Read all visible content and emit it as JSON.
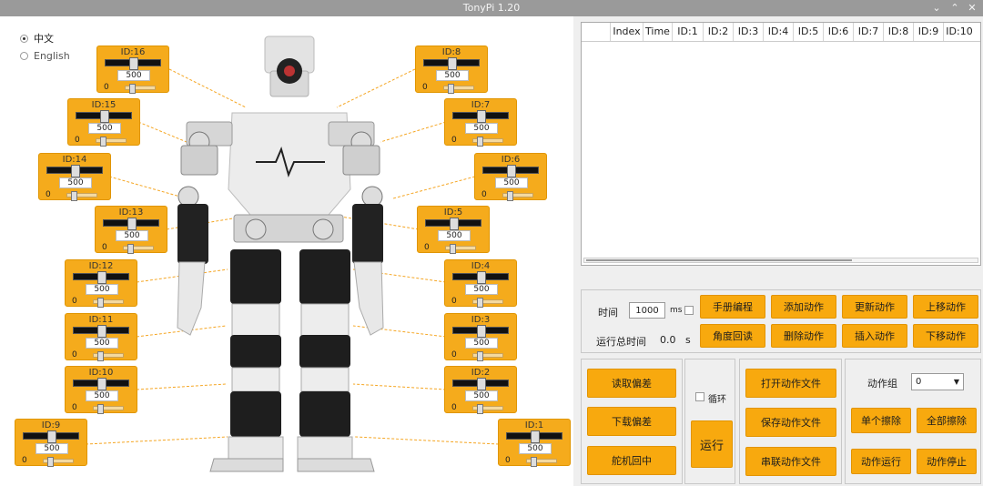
{
  "window": {
    "title": "TonyPi 1.20"
  },
  "language": {
    "chinese": "中文",
    "english": "English",
    "selected": "中文"
  },
  "servos": [
    {
      "id": "ID:16",
      "value": "500",
      "min": "0"
    },
    {
      "id": "ID:15",
      "value": "500",
      "min": "0"
    },
    {
      "id": "ID:14",
      "value": "500",
      "min": "0"
    },
    {
      "id": "ID:13",
      "value": "500",
      "min": "0"
    },
    {
      "id": "ID:12",
      "value": "500",
      "min": "0"
    },
    {
      "id": "ID:11",
      "value": "500",
      "min": "0"
    },
    {
      "id": "ID:10",
      "value": "500",
      "min": "0"
    },
    {
      "id": "ID:9",
      "value": "500",
      "min": "0"
    },
    {
      "id": "ID:8",
      "value": "500",
      "min": "0"
    },
    {
      "id": "ID:7",
      "value": "500",
      "min": "0"
    },
    {
      "id": "ID:6",
      "value": "500",
      "min": "0"
    },
    {
      "id": "ID:5",
      "value": "500",
      "min": "0"
    },
    {
      "id": "ID:4",
      "value": "500",
      "min": "0"
    },
    {
      "id": "ID:3",
      "value": "500",
      "min": "0"
    },
    {
      "id": "ID:2",
      "value": "500",
      "min": "0"
    },
    {
      "id": "ID:1",
      "value": "500",
      "min": "0"
    }
  ],
  "table": {
    "columns": [
      "",
      "Index",
      "Time",
      "ID:1",
      "ID:2",
      "ID:3",
      "ID:4",
      "ID:5",
      "ID:6",
      "ID:7",
      "ID:8",
      "ID:9",
      "ID:10"
    ]
  },
  "edit": {
    "time_label": "时间",
    "time_value": "1000",
    "time_unit": "ms",
    "total_label": "运行总时间",
    "total_value": "0.0",
    "total_unit": "s",
    "buttons": {
      "manual": "手册编程",
      "add": "添加动作",
      "update": "更新动作",
      "move_up": "上移动作",
      "readback": "角度回读",
      "delete": "删除动作",
      "insert": "插入动作",
      "move_down": "下移动作"
    }
  },
  "deviation": {
    "read": "读取偏差",
    "download": "下载偏差",
    "center": "舵机回中"
  },
  "run": {
    "loop": "循环",
    "run": "运行"
  },
  "files": {
    "open": "打开动作文件",
    "save": "保存动作文件",
    "chain": "串联动作文件"
  },
  "action_group": {
    "label": "动作组",
    "selected": "0",
    "erase_one": "单个擦除",
    "erase_all": "全部擦除",
    "run": "动作运行",
    "stop": "动作停止"
  }
}
